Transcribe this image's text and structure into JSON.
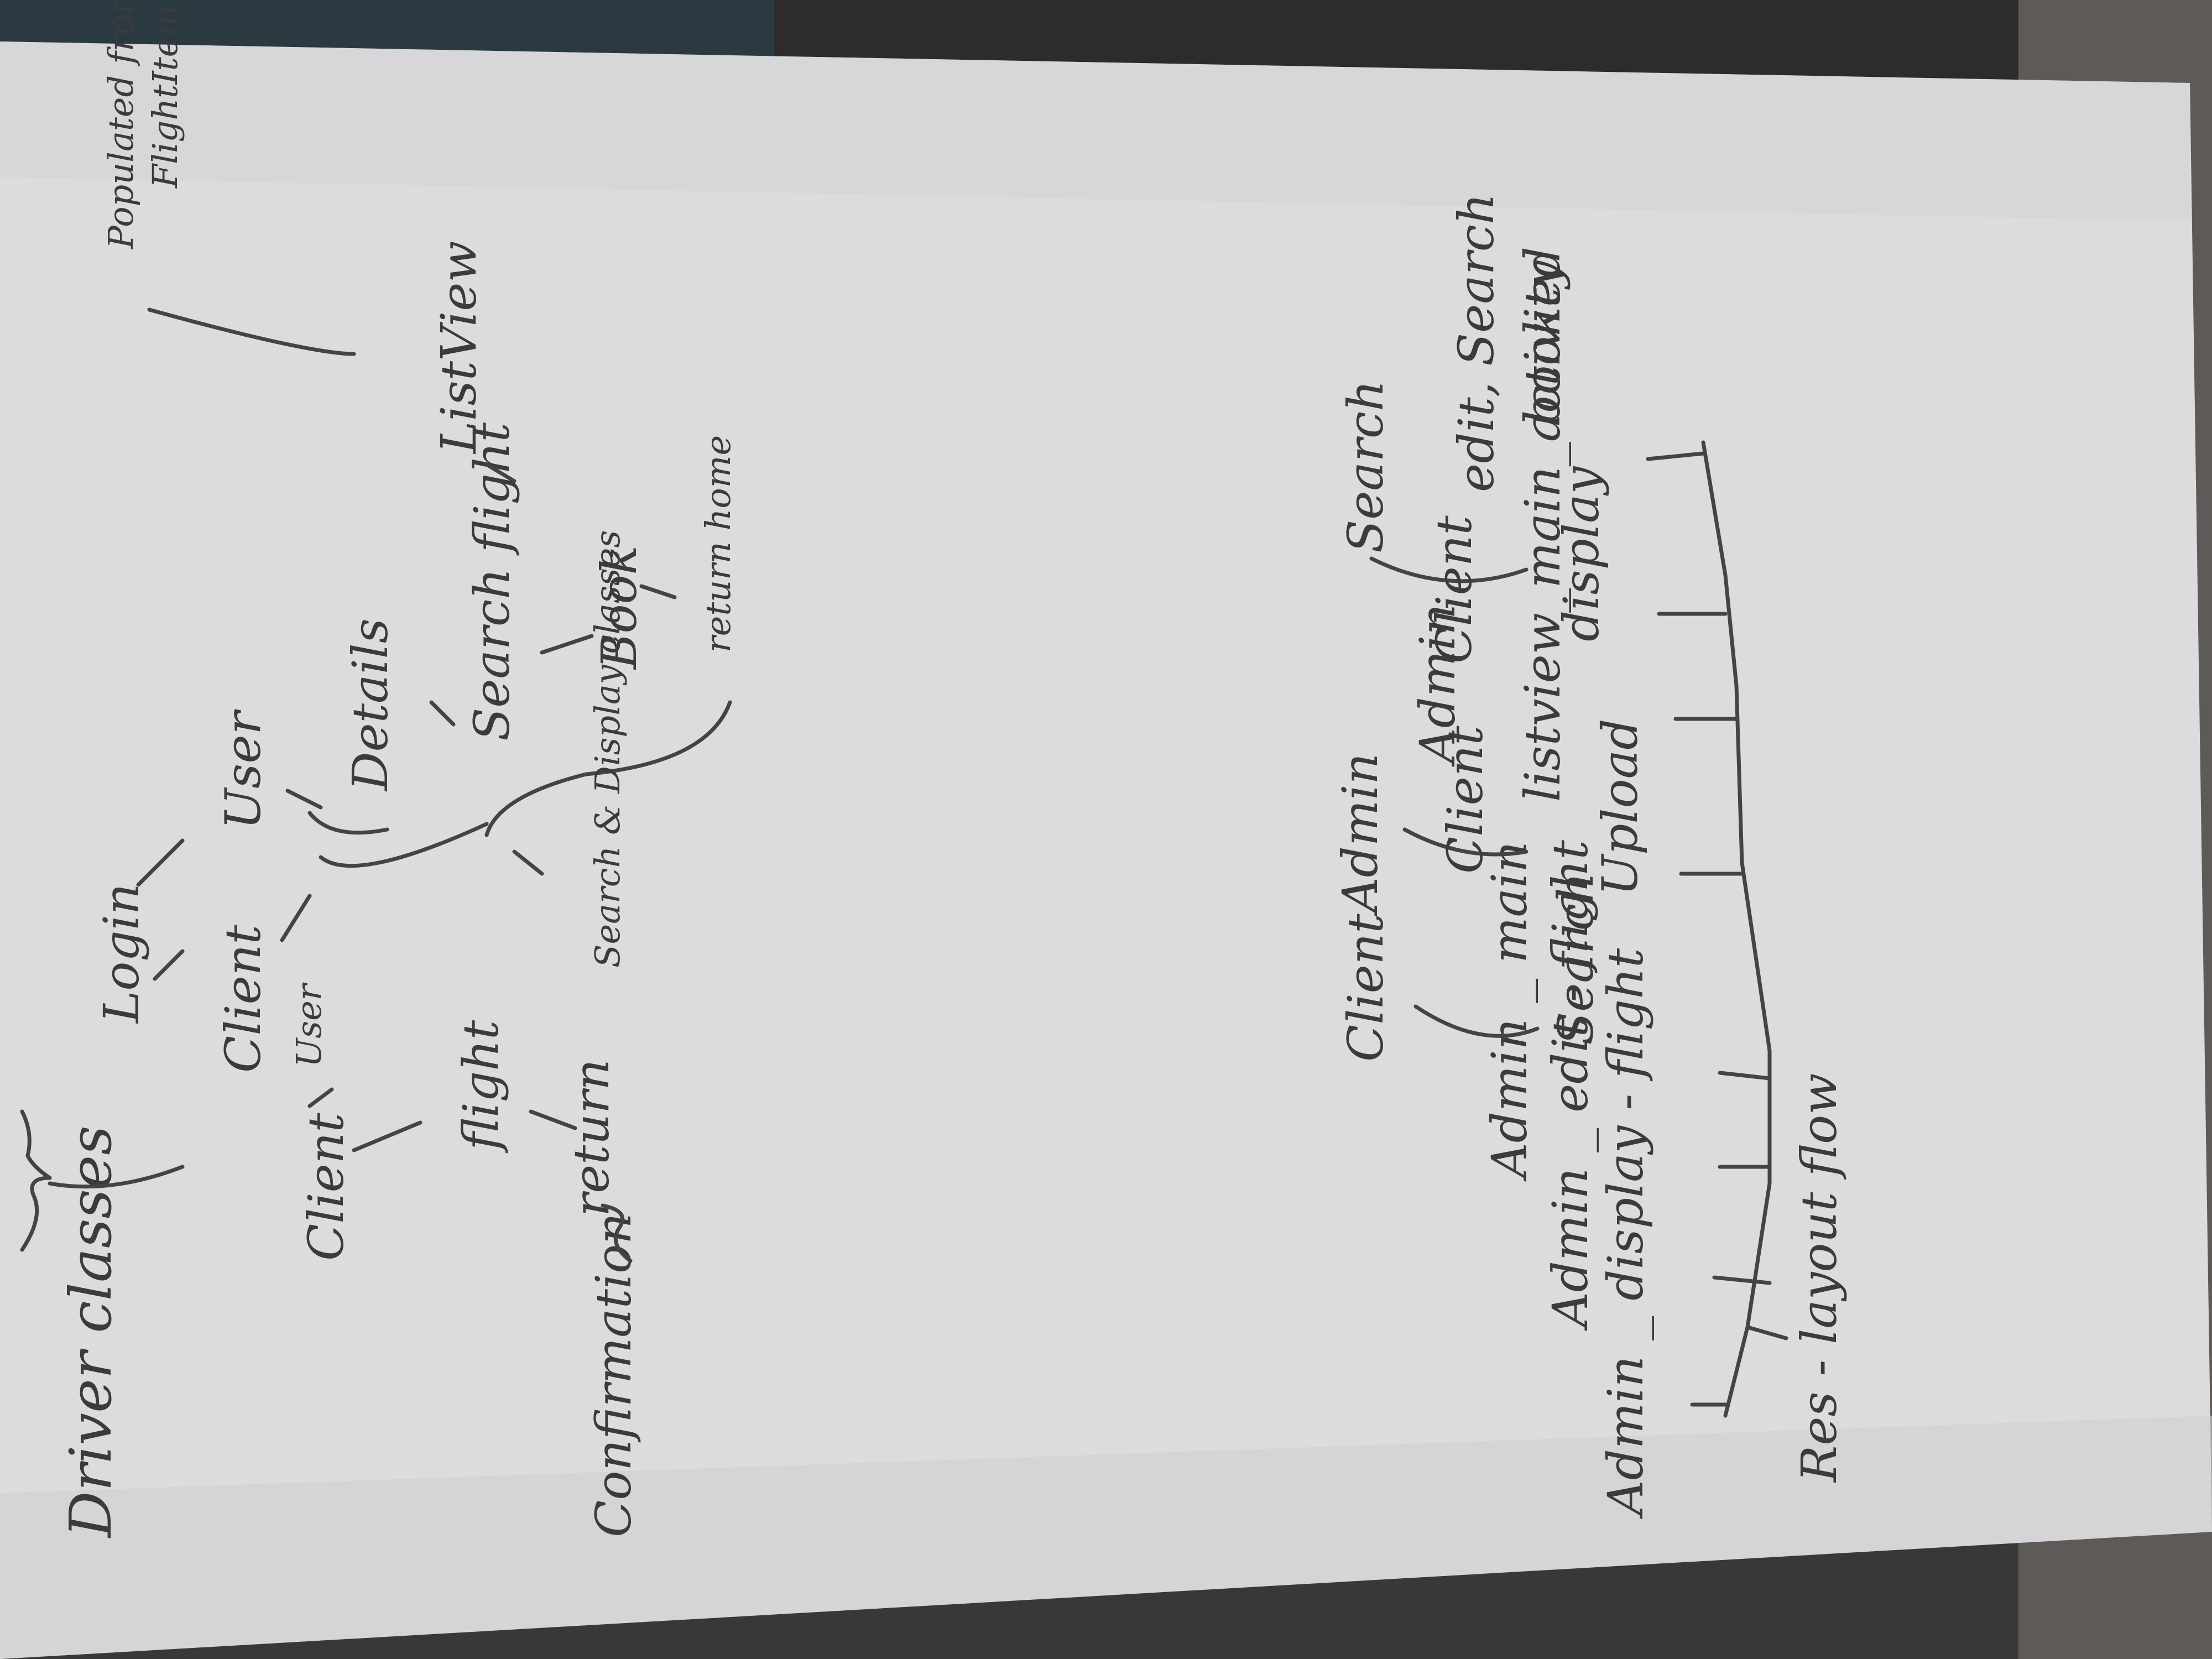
{
  "page": {
    "paper_color": "#dcdcde",
    "ink_color": "#3b3b3b"
  },
  "sketch": {
    "driver_heading": "Driver classes",
    "login": "Login",
    "client": "Client",
    "user_right": "User",
    "details": "Details",
    "search_flight": "Search flight",
    "list_view": "ListView",
    "populated_from": "Populated from",
    "flight_item": "FlightItem",
    "book": "Book",
    "return_home": "return home",
    "search_display_classes": "Search & Display classes",
    "client_left": "Client",
    "user_left": "User",
    "flight": "flight",
    "return_label": "return",
    "confirmation": "Confirmation",
    "res_layout_flow": "Res - layout flow",
    "layout_1": "Admin _ display - flight",
    "layout_2": "Admin _ edit - flight",
    "layout_3": "Admin _ main",
    "layout_4a": "Search",
    "layout_4b": "Client",
    "layout_4c": "Admin",
    "layout_5a": "Upload",
    "layout_5b": "Client",
    "layout_5c": "Admin",
    "layout_6": "listview_main_activity",
    "layout_7a": "display",
    "layout_7b": "Client",
    "layout_7c": "Search",
    "layout_8": "edit, Search",
    "layout_9": "booked"
  }
}
